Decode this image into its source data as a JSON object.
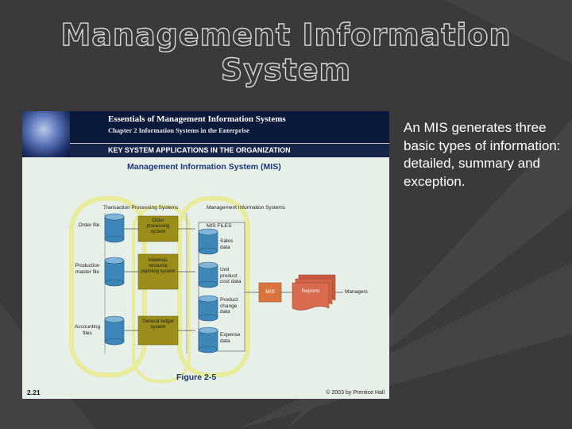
{
  "slide": {
    "title": "Management Information System",
    "body": "An MIS generates three basic types of information: detailed, summary and exception."
  },
  "figure": {
    "header_title": "Essentials of Management Information Systems",
    "header_subtitle": "Chapter 2 Information Systems in the Enterprise",
    "bar_text": "KEY SYSTEM APPLICATIONS IN THE ORGANIZATION",
    "subtitle": "Management Information System (MIS)",
    "tps_label": "Transaction Processing Systems",
    "mis_label": "Management Information Systems",
    "master_files": [
      "Order file",
      "Production master file",
      "Accounting files"
    ],
    "tps_boxes": [
      "Order processing system",
      "Materials resource planning system",
      "General ledger system"
    ],
    "mis_files_title": "MIS FILES",
    "mis_files": [
      "Sales data",
      "Unit product cost data",
      "Product change data",
      "Expense data"
    ],
    "mis_box": "MIS",
    "reports": "Reports",
    "managers": "Managers",
    "caption": "Figure 2-5",
    "slide_number": "2.21",
    "copyright": "© 2003 by Prentice Hall"
  },
  "colors": {
    "slide_background": "#3a3a3a",
    "figure_background": "#e7efe9",
    "header_navy": "#0b1a3a",
    "cylinder_blue": "#3d86b8",
    "tps_box_olive": "#9a8d1a",
    "highlight_ring": "#e8ec9a",
    "mis_box_orange": "#d9743f",
    "reports_salmon": "#d96a4e"
  }
}
